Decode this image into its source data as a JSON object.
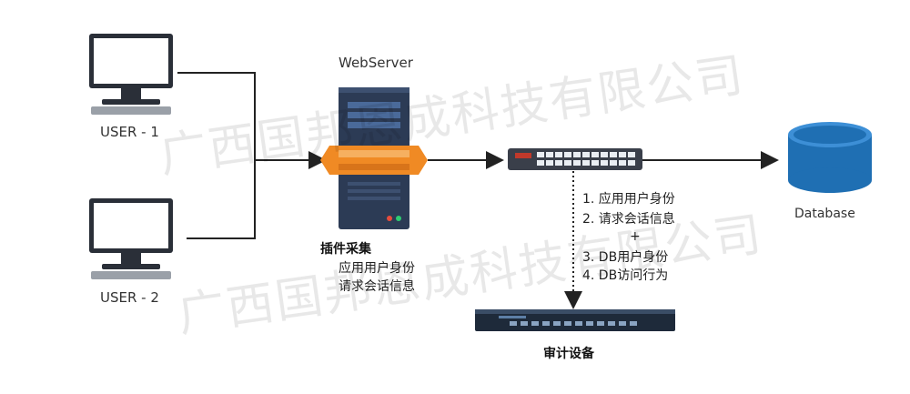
{
  "users": [
    {
      "label": "USER - 1"
    },
    {
      "label": "USER - 2"
    }
  ],
  "web_server": {
    "title": "WebServer"
  },
  "plugin": {
    "title": "插件采集",
    "lines": [
      "应用用户身份",
      "请求会话信息"
    ]
  },
  "steps": {
    "lines": [
      "1. 应用用户身份",
      "2. 请求会话信息"
    ],
    "plus": "+",
    "lines2": [
      "3. DB用户身份",
      "4. DB访问行为"
    ]
  },
  "database": {
    "label": "Database"
  },
  "audit": {
    "label": "审计设备"
  },
  "watermark": {
    "text": "广西国邦恩成科技有限公司"
  },
  "colors": {
    "accent_orange": "#F08A24",
    "server_dark": "#2C3B55",
    "db_blue": "#1F6FB3",
    "switch_dark": "#3A3F4A",
    "line": "#222222"
  }
}
